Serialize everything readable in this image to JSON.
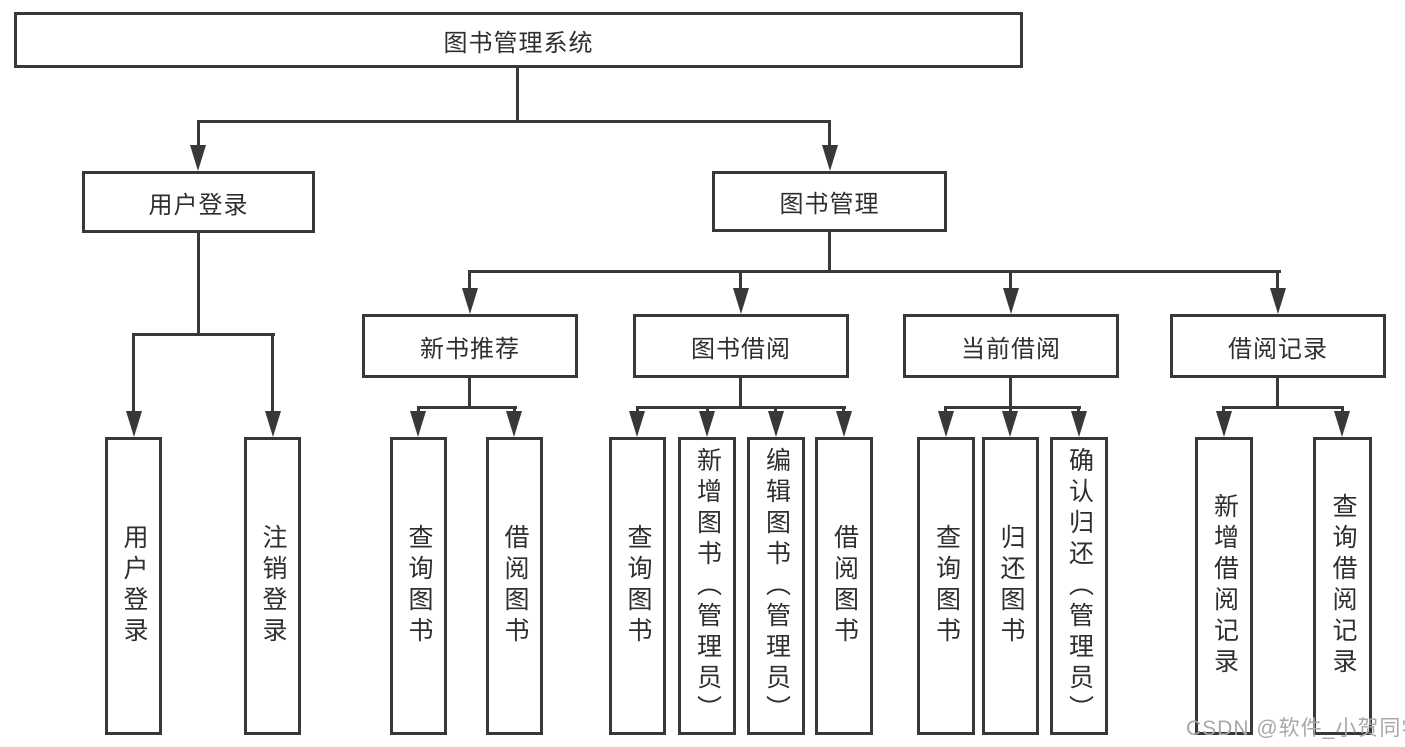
{
  "tree": {
    "root": {
      "label": "图书管理系统",
      "children": [
        {
          "label": "用户登录",
          "children": [
            {
              "label": "用户登录"
            },
            {
              "label": "注销登录"
            }
          ]
        },
        {
          "label": "图书管理",
          "children": [
            {
              "label": "新书推荐",
              "children": [
                {
                  "label": "查询图书"
                },
                {
                  "label": "借阅图书"
                }
              ]
            },
            {
              "label": "图书借阅",
              "children": [
                {
                  "label": "查询图书"
                },
                {
                  "label": "新增图书（管理员）"
                },
                {
                  "label": "编辑图书（管理员）"
                },
                {
                  "label": "借阅图书"
                }
              ]
            },
            {
              "label": "当前借阅",
              "children": [
                {
                  "label": "查询图书"
                },
                {
                  "label": "归还图书"
                },
                {
                  "label": "确认归还（管理员）"
                }
              ]
            },
            {
              "label": "借阅记录",
              "children": [
                {
                  "label": "新增借阅记录"
                },
                {
                  "label": "查询借阅记录"
                }
              ]
            }
          ]
        }
      ]
    }
  },
  "watermark": "CSDN @软件_小贺同学",
  "colors": {
    "line": "#383838",
    "text": "#2f2f2f",
    "watermark": "#a8a8a8",
    "background": "#ffffff"
  }
}
